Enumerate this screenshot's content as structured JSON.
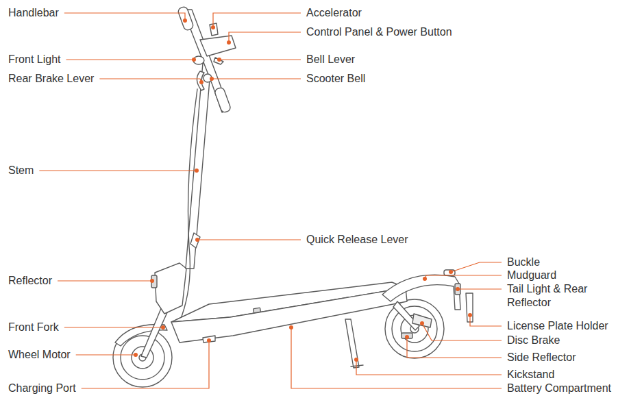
{
  "diagram": {
    "labels": [
      "Handlebar",
      "Front Light",
      "Rear Brake Lever",
      "Stem",
      "Reflector",
      "Front Fork",
      "Wheel Motor",
      "Charging Port",
      "Accelerator",
      "Control Panel & Power Button",
      "Bell Lever",
      "Scooter Bell",
      "Quick Release Lever",
      "Buckle",
      "Mudguard",
      "Tail Light & Rear Reflector",
      "License Plate Holder",
      "Disc Brake",
      "Side Reflector",
      "Kickstand",
      "Battery Compartment"
    ]
  }
}
